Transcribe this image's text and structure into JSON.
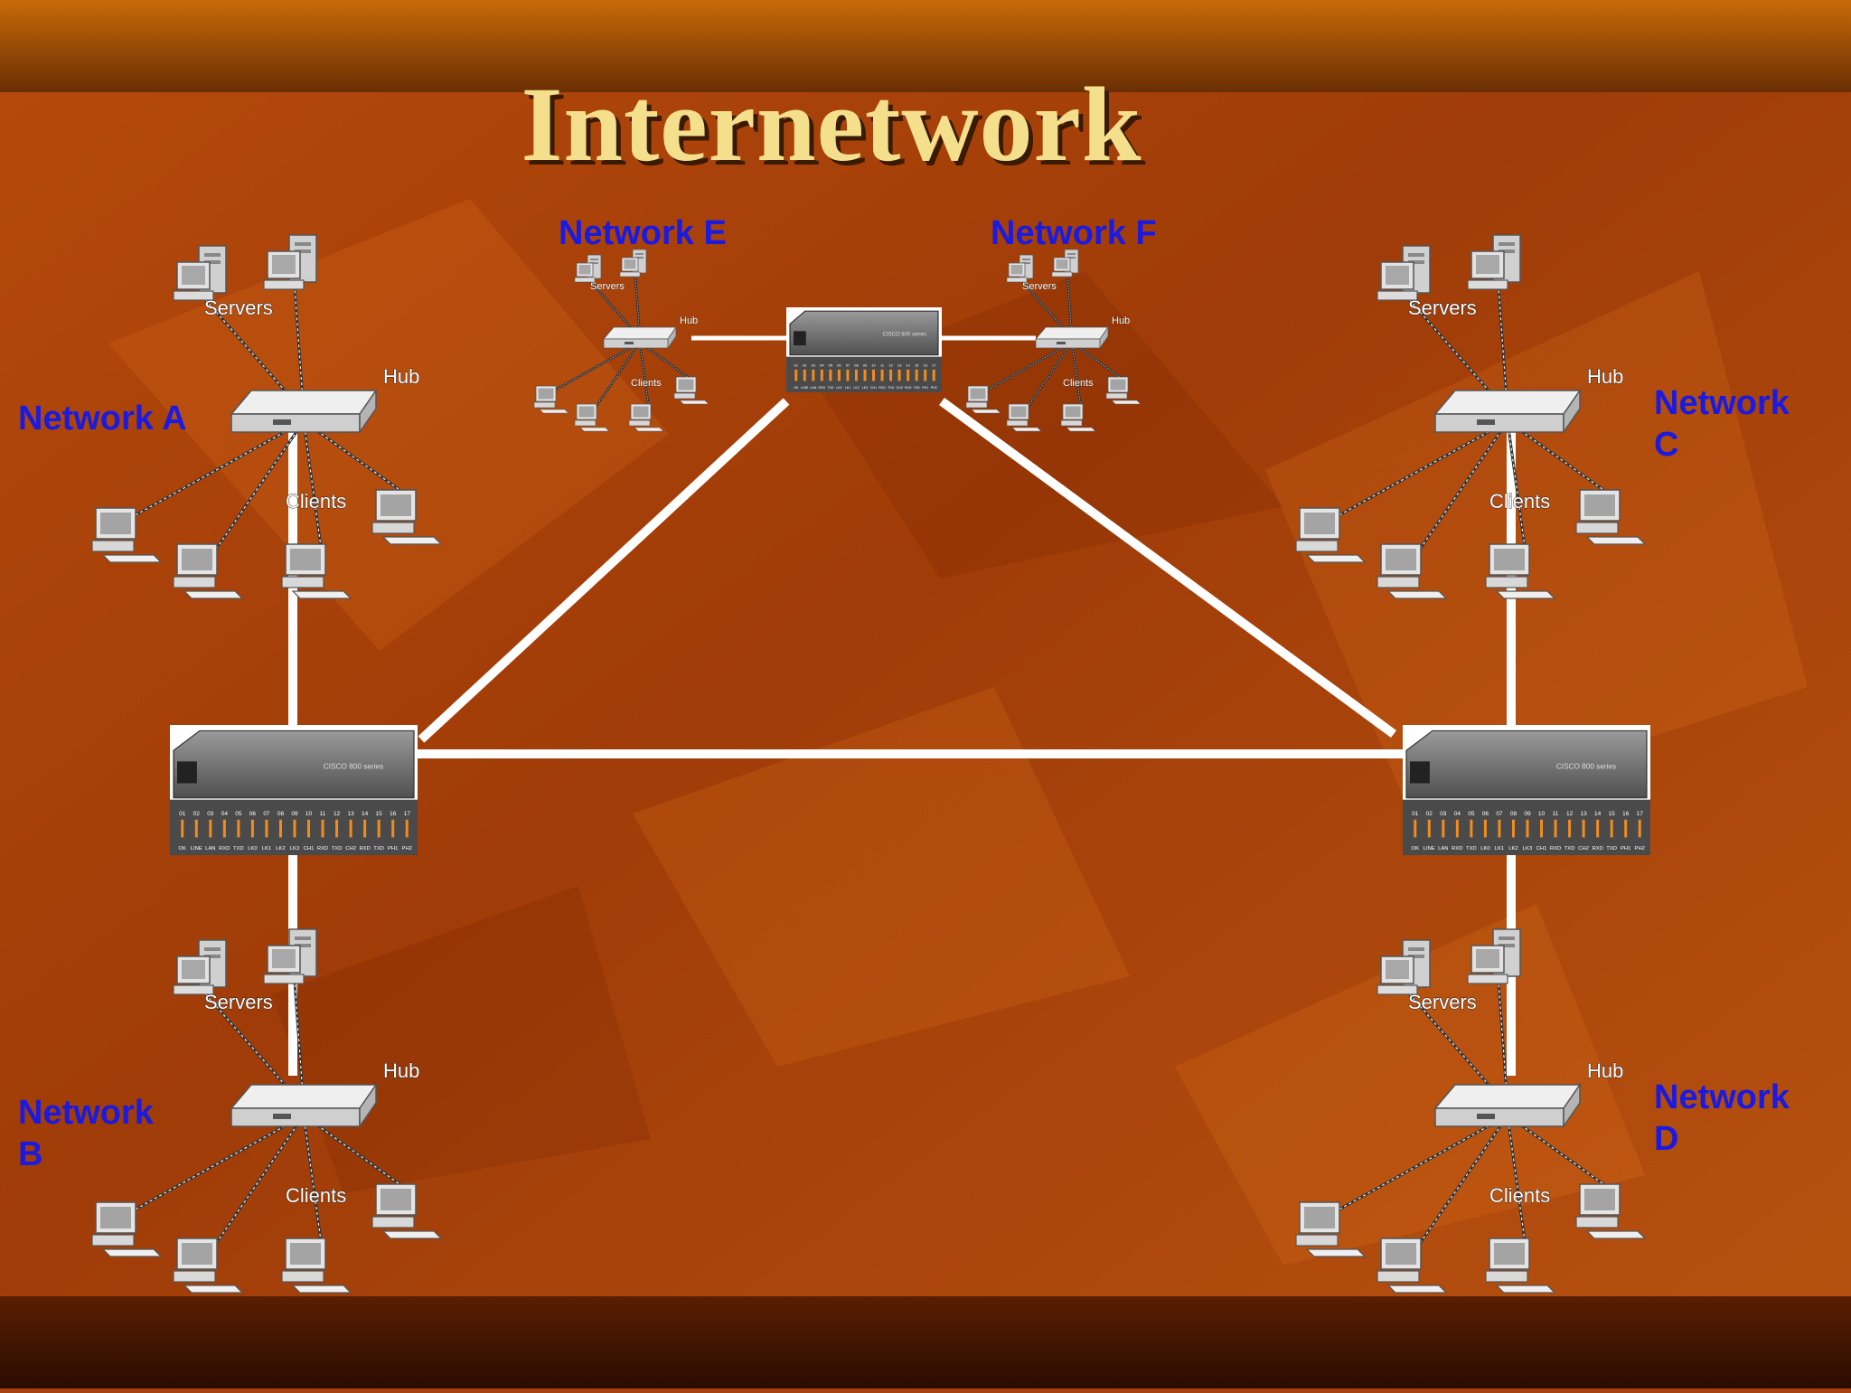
{
  "slide": {
    "title": "Internetwork",
    "colors": {
      "background": "#a8420a",
      "top_band": "#8a3c06",
      "bottom_band": "#3a1402",
      "title": "#f4e08c",
      "network_label": "#1a1ae0",
      "link": "#ffffff"
    }
  },
  "networks": {
    "a": {
      "name": "Network A",
      "servers_label": "Servers",
      "hub_label": "Hub",
      "clients_label": "Clients"
    },
    "b": {
      "name": "Network B",
      "servers_label": "Servers",
      "hub_label": "Hub",
      "clients_label": "Clients"
    },
    "c": {
      "name": "Network C",
      "servers_label": "Servers",
      "hub_label": "Hub",
      "clients_label": "Clients"
    },
    "d": {
      "name": "Network D",
      "servers_label": "Servers",
      "hub_label": "Hub",
      "clients_label": "Clients"
    },
    "e": {
      "name": "Network E",
      "servers_label": "Servers",
      "hub_label": "Hub",
      "clients_label": "Clients"
    },
    "f": {
      "name": "Network F",
      "servers_label": "Servers",
      "hub_label": "Hub",
      "clients_label": "Clients"
    }
  },
  "routers": {
    "port_numbers": [
      "01",
      "02",
      "03",
      "04",
      "05",
      "06",
      "07",
      "08",
      "09",
      "10",
      "11",
      "12",
      "13",
      "14",
      "15",
      "16",
      "17"
    ],
    "port_labels": [
      "OK",
      "LINE",
      "LAN",
      "RXD",
      "TXD",
      "LK0",
      "LK1",
      "LK2",
      "LK3",
      "CH1",
      "RXD",
      "TXD",
      "CH2",
      "RXD",
      "TXD",
      "PH1",
      "PH2"
    ],
    "brand": "CISCO 800 series",
    "icon": "router-icon"
  },
  "icons": {
    "server": "server-icon",
    "client": "workstation-icon",
    "hub": "hub-icon"
  }
}
